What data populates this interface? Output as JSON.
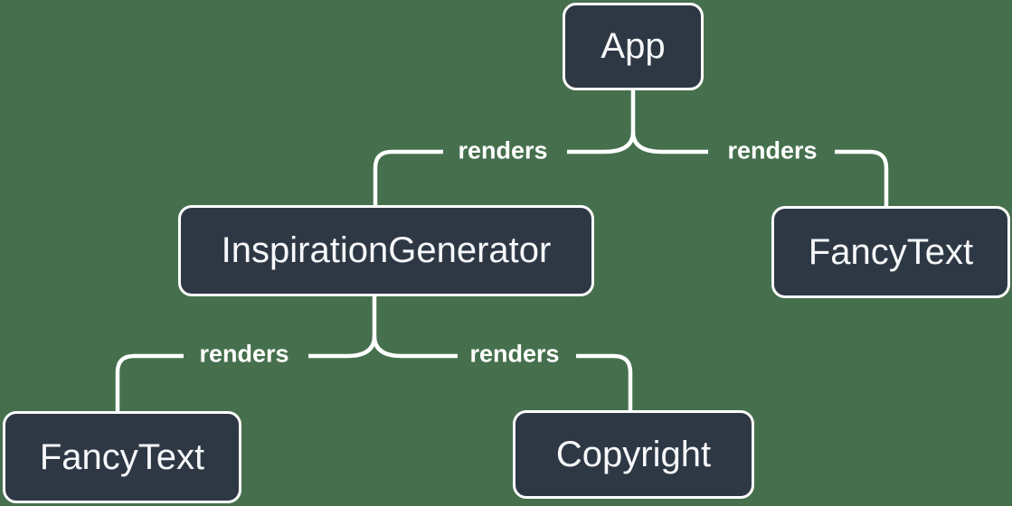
{
  "diagram": {
    "background_color": "#46704D",
    "node_fill_color": "#2E3845",
    "node_border_color": "#FFFFFF",
    "node_text_color": "#F7F8FA",
    "edge_color": "#FFFFFF",
    "nodes": {
      "app": {
        "label": "App"
      },
      "inspiration_generator": {
        "label": "InspirationGenerator"
      },
      "fancy_text_top": {
        "label": "FancyText"
      },
      "fancy_text_bottom": {
        "label": "FancyText"
      },
      "copyright": {
        "label": "Copyright"
      }
    },
    "edges": [
      {
        "from": "App",
        "to": "InspirationGenerator",
        "label": "renders"
      },
      {
        "from": "App",
        "to": "FancyText",
        "label": "renders"
      },
      {
        "from": "InspirationGenerator",
        "to": "FancyText",
        "label": "renders"
      },
      {
        "from": "InspirationGenerator",
        "to": "Copyright",
        "label": "renders"
      }
    ]
  }
}
